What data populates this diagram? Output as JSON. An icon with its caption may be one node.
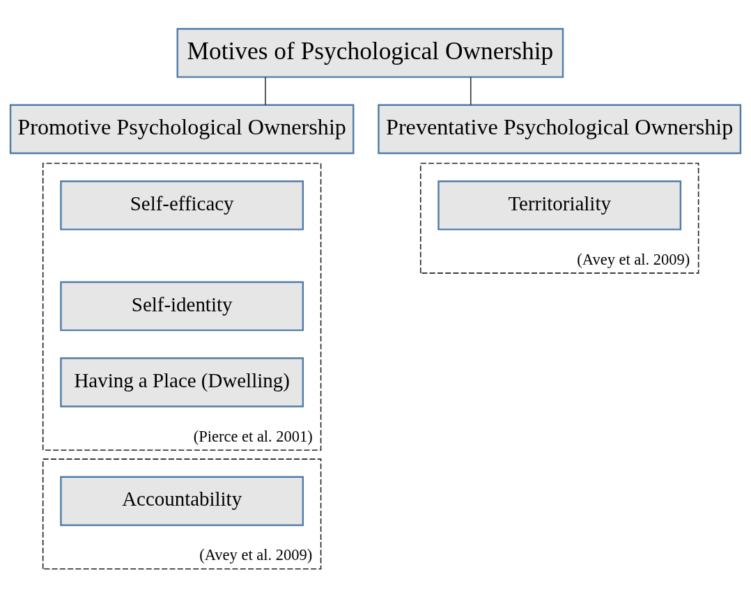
{
  "diagram": {
    "nodes": [
      {
        "text": [
          "Motives of Psychological Ownership"
        ]
      },
      {
        "text": [
          "Promotive Psychological Ownership"
        ]
      },
      {
        "text": [
          "Preventative Psychological Ownership"
        ]
      },
      {
        "text": [
          "(Pierce et al. 2001)"
        ]
      },
      {
        "text": [
          "Self-efficacy"
        ],
        "in": 3
      },
      {
        "text": [
          "Self-identity"
        ],
        "in": 3
      },
      {
        "text": [
          "Having a Place (Dwelling)"
        ],
        "in": 3
      },
      {
        "text": [
          "(Avey et al. 2009)"
        ]
      },
      {
        "text": [
          "Accountability"
        ],
        "in": 7
      },
      {
        "text": [
          "(Avey et al. 2009)"
        ]
      },
      {
        "text": [
          "Territoriality"
        ],
        "in": 9
      }
    ],
    "edges": [
      {
        "from": 0,
        "to": 1,
        "arrow": "none"
      },
      {
        "from": 0,
        "to": 2,
        "arrow": "none"
      }
    ]
  }
}
